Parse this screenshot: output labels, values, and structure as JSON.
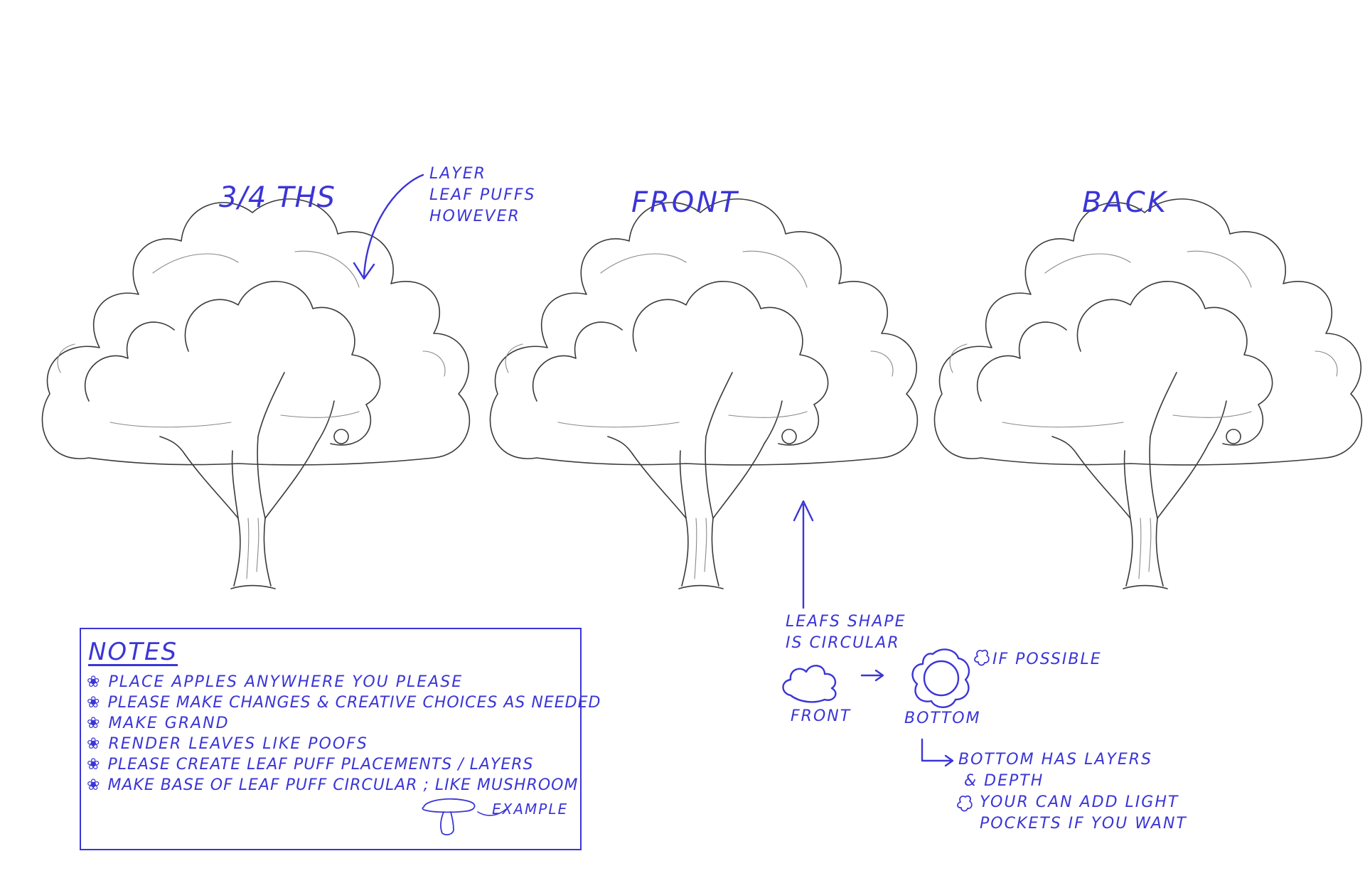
{
  "views": {
    "three_quarter": "3/4 ths",
    "front": "FRONT",
    "back": "BACK"
  },
  "callouts": {
    "layer_puffs": [
      "LAYER",
      "LEAF PUFFS",
      "HOWEVER"
    ],
    "leaf_shape": [
      "LEAFS SHAPE",
      "IS CIRCULAR"
    ],
    "mini_front": "FRONT",
    "mini_bottom": "BOTTOM",
    "if_possible": "IF POSSIBLE",
    "bottom_layers": [
      "BOTTOM HAS LAYERS",
      "& DEPTH"
    ],
    "light_pockets": [
      "YOUR CAN ADD LIGHT",
      "POCKETS IF YOU WANT"
    ]
  },
  "notes": {
    "title": "NOTES",
    "items": [
      "PLACE APPLES ANYWHERE YOU PLEASE",
      "PLEASE MAKE CHANGES & CREATIVE CHOICES AS NEEDED",
      "MAKE GRAND",
      "RENDER LEAVES LIKE POOFS",
      "PLEASE CREATE LEAF PUFF PLACEMENTS / LAYERS",
      "MAKE BASE OF LEAF PUFF CIRCULAR ; LIKE MUSHROOM"
    ],
    "example": "EXAMPLE"
  },
  "colors": {
    "annotation_ink": "#3b35d6",
    "pencil": "#3a3a3a"
  },
  "icons": [
    "flower-bullet-icon",
    "mushroom-icon",
    "arrow-icon"
  ]
}
